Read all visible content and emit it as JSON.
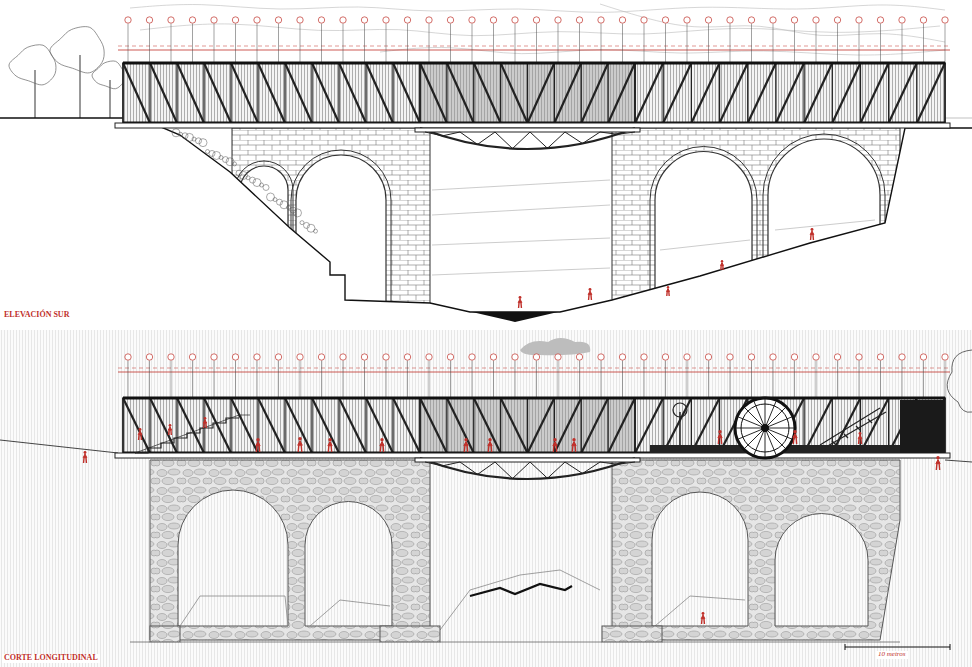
{
  "diagram": {
    "labels": [
      "ELEVACIÓN SUR",
      "CORTE LONGITUDINAL",
      "10 metros"
    ]
  }
}
